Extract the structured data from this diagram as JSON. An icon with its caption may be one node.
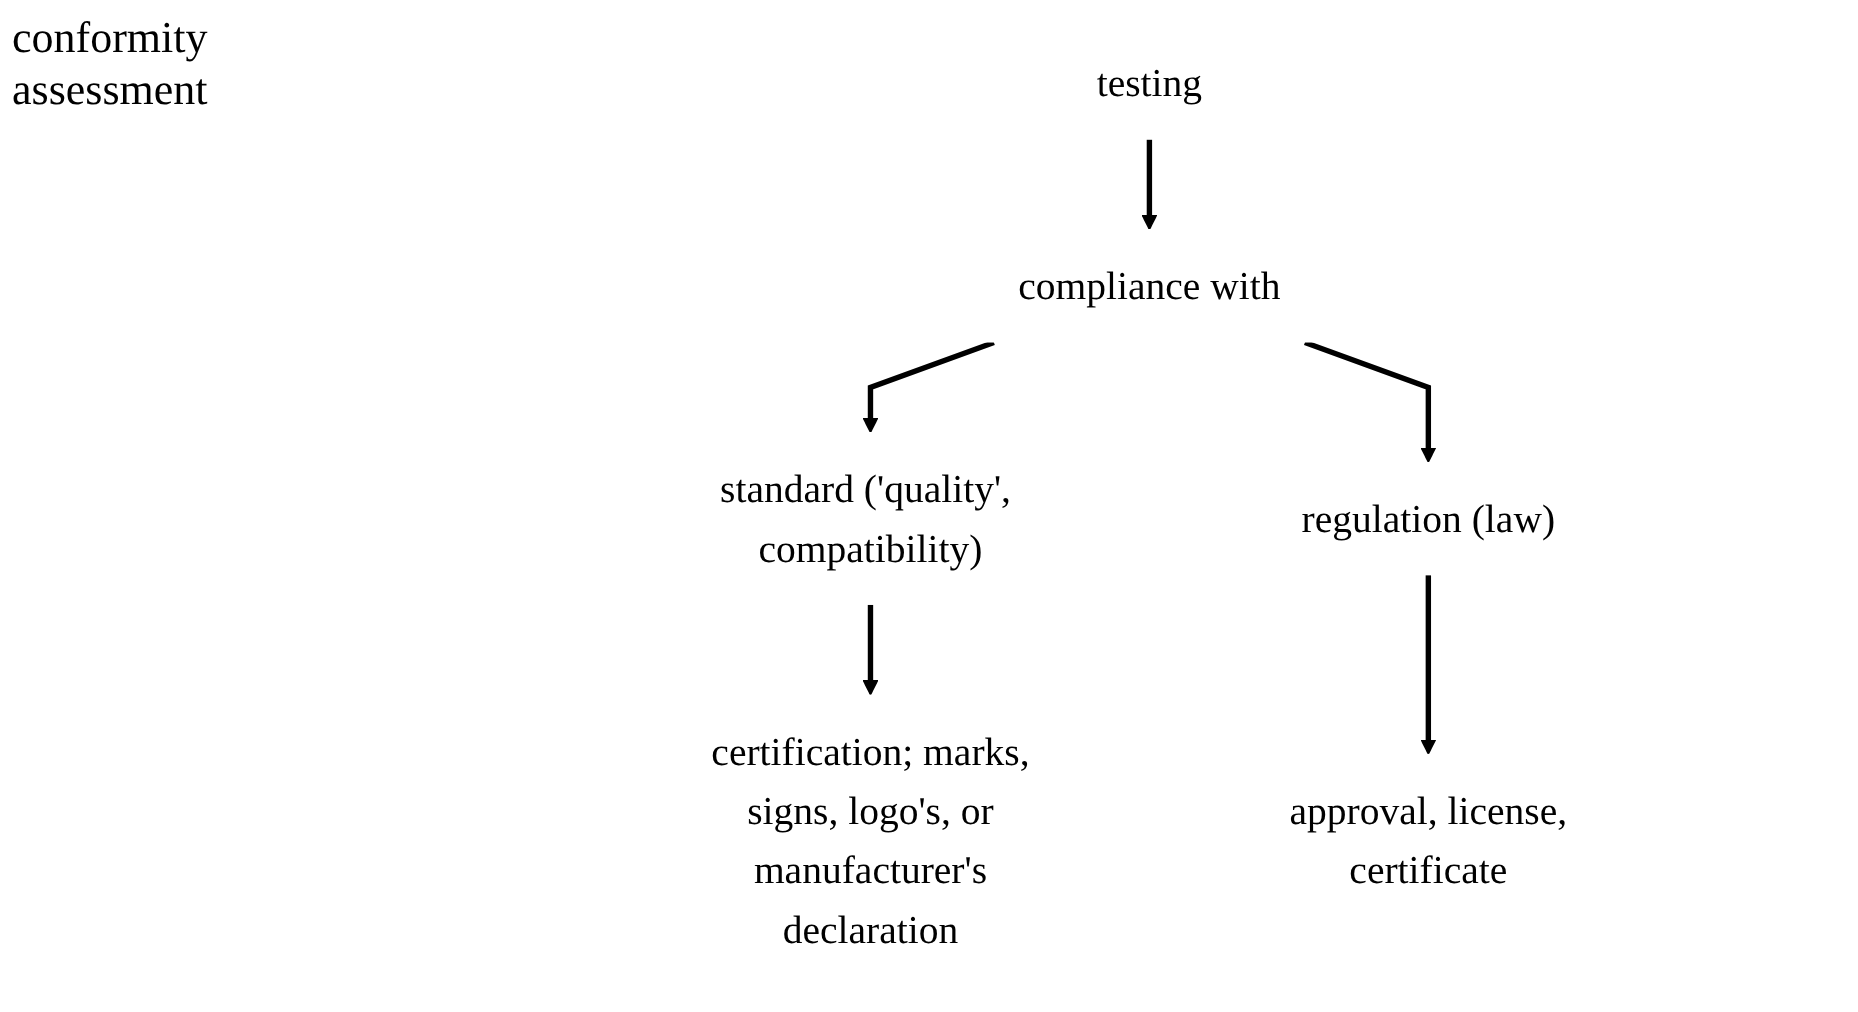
{
  "diagram": {
    "nodes": [
      {
        "text": [
          "testing"
        ]
      },
      {
        "text": [
          "compliance with"
        ]
      },
      {
        "text": [
          "standard ('quality', compatibility)"
        ]
      },
      {
        "text": [
          "regulation (law)"
        ]
      },
      {
        "text": [
          "certification; marks, signs, logo's, or manufacturer's declaration"
        ]
      },
      {
        "text": [
          "approval, license, certificate"
        ]
      }
    ],
    "edges": [
      {
        "from": 0,
        "to": 1,
        "arrow": "to"
      },
      {
        "from": 1,
        "to": 2,
        "arrow": "to"
      },
      {
        "from": 1,
        "to": 3,
        "arrow": "to"
      },
      {
        "from": 2,
        "to": 4,
        "arrow": "to"
      },
      {
        "from": 3,
        "to": 5,
        "arrow": "to"
      }
    ],
    "labels": [
      "conformity assessment"
    ]
  }
}
